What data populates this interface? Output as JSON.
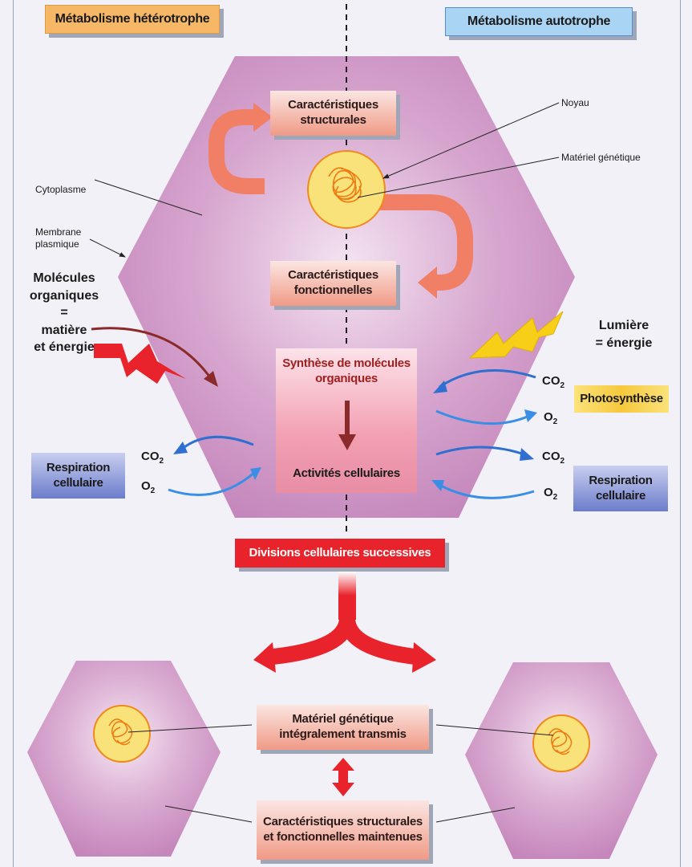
{
  "headers": {
    "heterotrophe": "Métabolisme hétérotrophe",
    "autotrophe": "Métabolisme autotrophe"
  },
  "cell": {
    "structurales": "Caractéristiques structurales",
    "fonctionnelles": "Caractéristiques fonctionnelles",
    "synthese": "Synthèse de molécules organiques",
    "activites": "Activités cellulaires"
  },
  "labels": {
    "noyau": "Noyau",
    "materiel_genetique": "Matériel génétique",
    "cytoplasme": "Cytoplasme",
    "membrane_line1": "Membrane",
    "membrane_line2": "plasmique"
  },
  "left_side": {
    "molecules_line1": "Molécules",
    "molecules_line2": "organiques",
    "molecules_line3": "=",
    "molecules_line4": "matière",
    "molecules_line5": "et énergie",
    "co2": "CO",
    "co2_sub": "2",
    "o2": "O",
    "o2_sub": "2",
    "respiration": "Respiration cellulaire"
  },
  "right_side": {
    "lumiere_line1": "Lumière",
    "lumiere_line2": "= énergie",
    "photosynthese": "Photosynthèse",
    "co2": "CO",
    "co2_sub": "2",
    "o2": "O",
    "o2_sub": "2",
    "respiration": "Respiration cellulaire"
  },
  "bottom": {
    "divisions": "Divisions cellulaires successives",
    "materiel_transmis": "Matériel génétique intégralement transmis",
    "caracteristiques_maintenues": "Caractéristiques structurales et fonctionnelles maintenues"
  },
  "colors": {
    "cell_purple": "#c68bbd",
    "nucleus_fill": "#f9e27a",
    "nucleus_stroke": "#ef8a1c",
    "cycle_arrow": "#f07f66",
    "red_accent": "#e8232b",
    "blue_arrow": "#2f6fd0",
    "lightning_yellow": "#f7cf18"
  }
}
